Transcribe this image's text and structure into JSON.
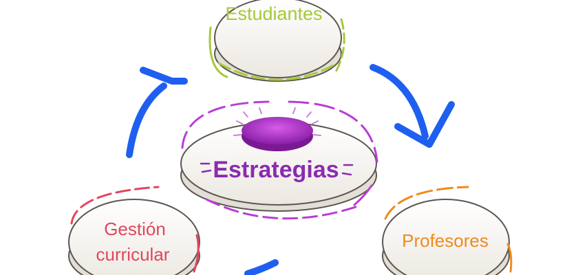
{
  "diagram": {
    "center": {
      "label": "Estrategias",
      "color": "#8a2bb0",
      "accent": "#b83dd6"
    },
    "nodes": [
      {
        "id": "estudiantes",
        "label": "Estudiantes",
        "color": "#a6c93a"
      },
      {
        "id": "profesores",
        "label": "Profesores",
        "color": "#f08a1c"
      },
      {
        "id": "gestion",
        "label_line1": "Gestión",
        "label_line2": "curricular",
        "color": "#e2455d"
      }
    ],
    "arrow_color": "#1f5ff0",
    "disc_color": "#f1eee9",
    "disc_edge": "#c9c3b8"
  }
}
